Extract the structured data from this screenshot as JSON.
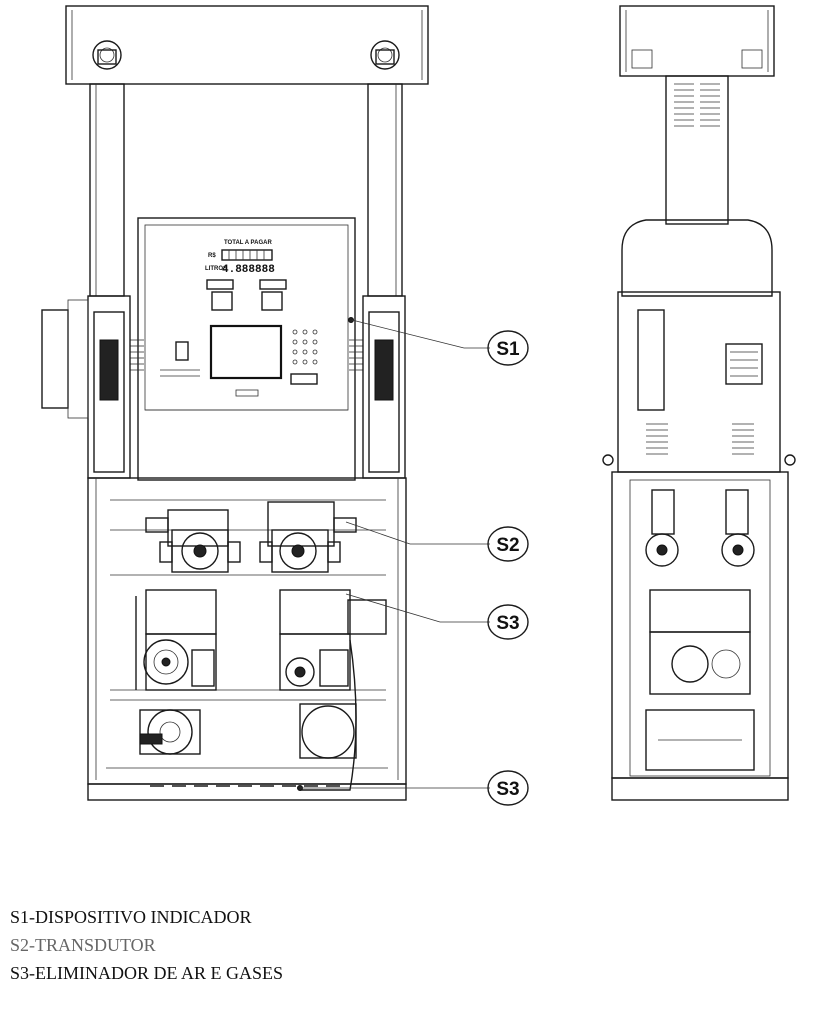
{
  "panel": {
    "title": "TOTAL A PAGAR",
    "row1_label": "R$",
    "row2_label": "LITROS",
    "row2_digits": "4.888888"
  },
  "callouts": [
    {
      "id": "s1",
      "label": "S1"
    },
    {
      "id": "s2",
      "label": "S2"
    },
    {
      "id": "s3a",
      "label": "S3"
    },
    {
      "id": "s3b",
      "label": "S3"
    }
  ],
  "legend": [
    {
      "text": "S1-DISPOSITIVO INDICADOR"
    },
    {
      "text": "S2-TRANSDUTOR"
    },
    {
      "text": "S3-ELIMINADOR DE AR E GASES"
    }
  ]
}
